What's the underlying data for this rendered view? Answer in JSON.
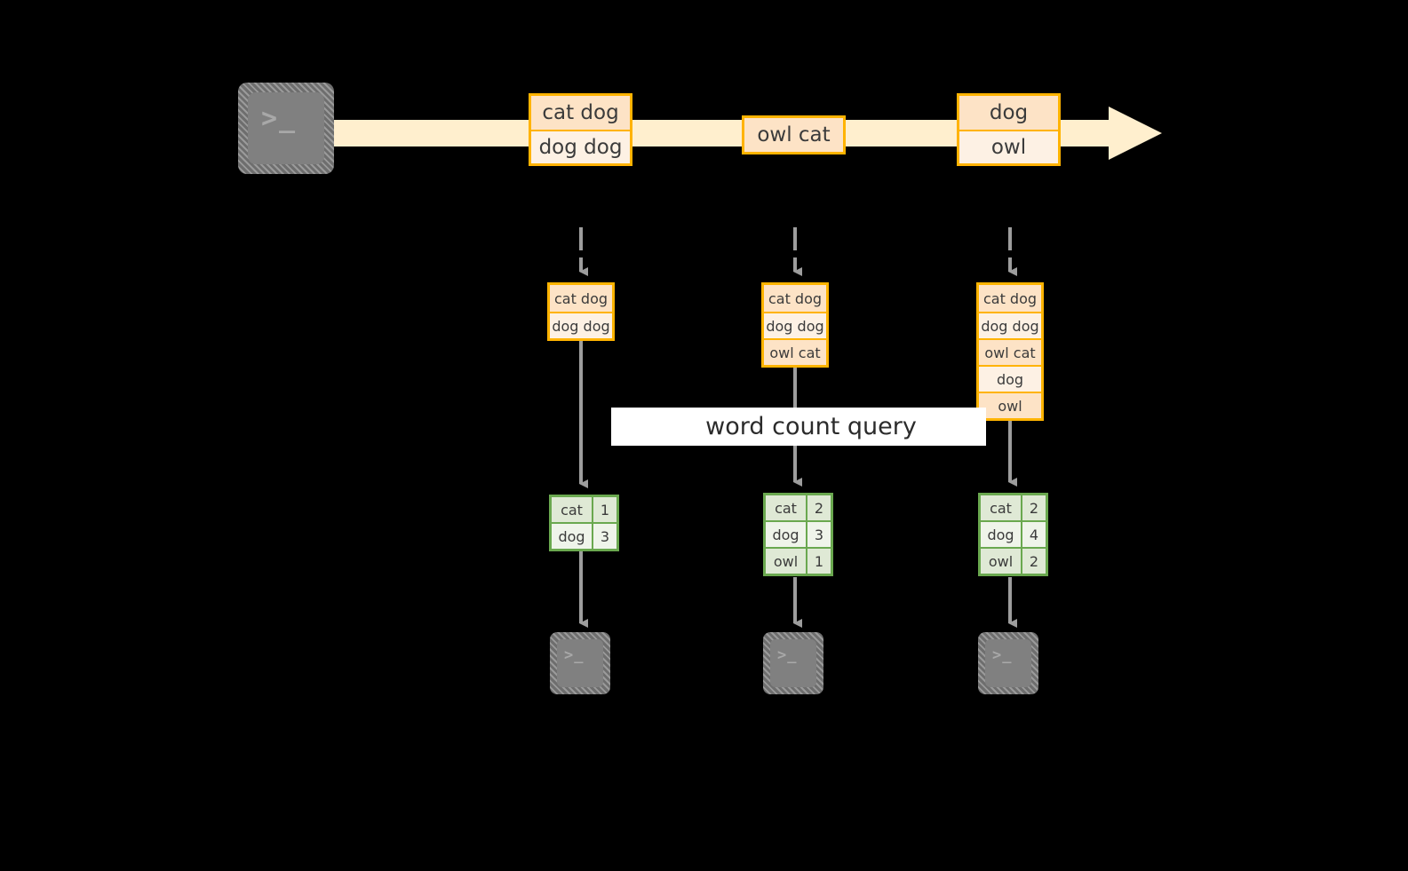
{
  "diagram": {
    "background_color": "#000000",
    "accent_orange": "#FFB300",
    "accent_green": "#6AA84F",
    "stream_fill": "#FFEFCE",
    "terminal_gray": "#808080"
  },
  "source": {
    "icon": "terminal-icon",
    "prompt": ">_"
  },
  "stream": {
    "arrow_label": "",
    "events": [
      {
        "id": "event-1",
        "rows": [
          {
            "text": "cat dog",
            "shade": "dark"
          },
          {
            "text": "dog dog",
            "shade": "light"
          }
        ]
      },
      {
        "id": "event-2",
        "rows": [
          {
            "text": "owl cat",
            "shade": "dark"
          }
        ]
      },
      {
        "id": "event-3",
        "rows": [
          {
            "text": "dog",
            "shade": "dark"
          },
          {
            "text": "owl",
            "shade": "light"
          }
        ]
      }
    ]
  },
  "snapshots": [
    {
      "id": "snapshot-1",
      "rows": [
        {
          "text": "cat dog",
          "shade": "dark"
        },
        {
          "text": "dog dog",
          "shade": "light"
        }
      ],
      "result": {
        "rows": [
          {
            "word": "cat",
            "count": "1",
            "shade": "dark"
          },
          {
            "word": "dog",
            "count": "3",
            "shade": "light"
          }
        ]
      },
      "sink": {
        "icon": "terminal-icon",
        "prompt": ">_"
      }
    },
    {
      "id": "snapshot-2",
      "rows": [
        {
          "text": "cat dog",
          "shade": "dark"
        },
        {
          "text": "dog dog",
          "shade": "light"
        },
        {
          "text": "owl cat",
          "shade": "dark"
        }
      ],
      "result": {
        "rows": [
          {
            "word": "cat",
            "count": "2",
            "shade": "dark"
          },
          {
            "word": "dog",
            "count": "3",
            "shade": "light"
          },
          {
            "word": "owl",
            "count": "1",
            "shade": "dark"
          }
        ]
      },
      "sink": {
        "icon": "terminal-icon",
        "prompt": ">_"
      }
    },
    {
      "id": "snapshot-3",
      "rows": [
        {
          "text": "cat dog",
          "shade": "dark"
        },
        {
          "text": "dog dog",
          "shade": "light"
        },
        {
          "text": "owl cat",
          "shade": "dark"
        },
        {
          "text": "dog",
          "shade": "light"
        },
        {
          "text": "owl",
          "shade": "dark"
        }
      ],
      "result": {
        "rows": [
          {
            "word": "cat",
            "count": "2",
            "shade": "dark"
          },
          {
            "word": "dog",
            "count": "4",
            "shade": "light"
          },
          {
            "word": "owl",
            "count": "2",
            "shade": "dark"
          }
        ]
      },
      "sink": {
        "icon": "terminal-icon",
        "prompt": ">_"
      }
    }
  ],
  "query": {
    "label": "word count query"
  }
}
